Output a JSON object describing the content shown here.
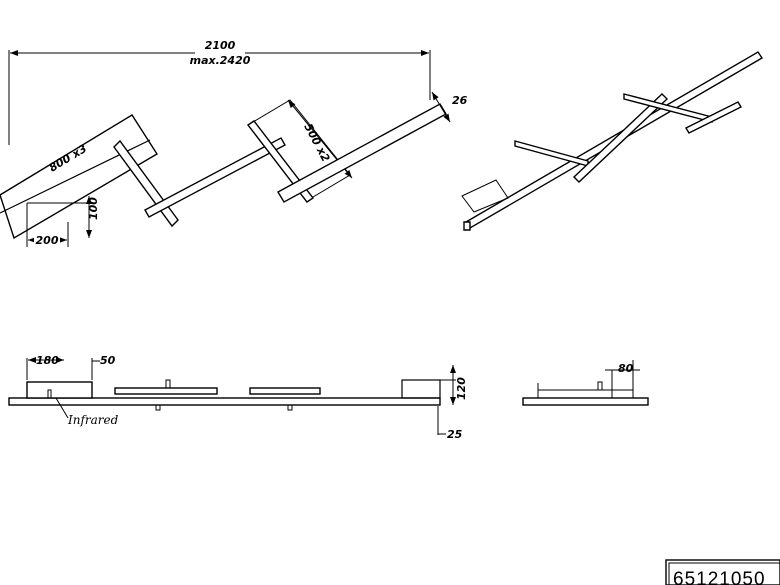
{
  "dimensions": {
    "total_width": "2100",
    "max_width": "max.2420",
    "thickness": "26",
    "long_bar": "800 x3",
    "short_bar": "500 x2",
    "canopy_height": "100",
    "canopy_width": "200",
    "side_canopy": "180",
    "side_gap": "50",
    "height": "120",
    "profile": "25",
    "end_view": "80"
  },
  "labels": {
    "infrared": "Infrared"
  },
  "product_code": "65121050"
}
